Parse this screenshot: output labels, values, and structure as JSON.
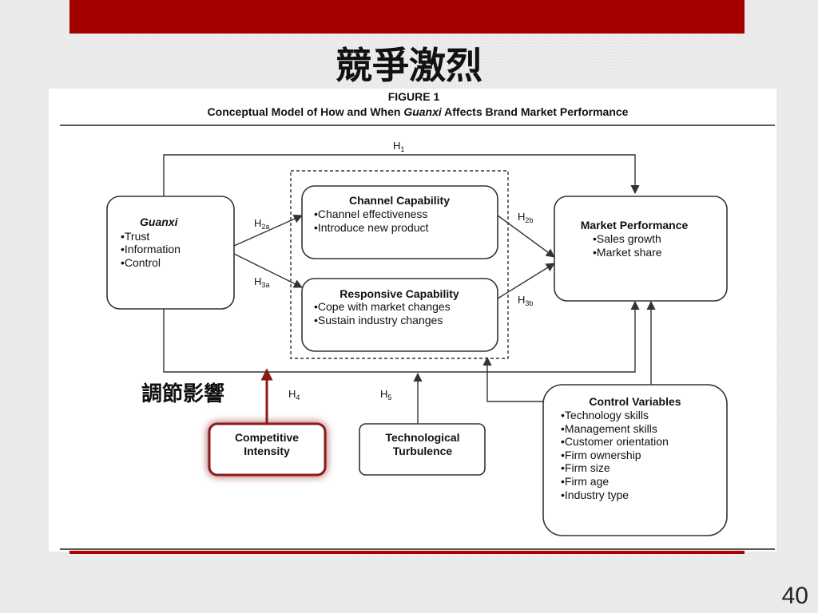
{
  "slide": {
    "title": "競爭激烈",
    "annotation": "調節影響",
    "page_number": "40"
  },
  "figure": {
    "label": "FIGURE 1",
    "caption_pre": "Conceptual Model of How and When ",
    "caption_italic": "Guanxi",
    "caption_post": " Affects Brand Market Performance"
  },
  "nodes": {
    "guanxi": {
      "title": "Guanxi",
      "items": [
        "•Trust",
        "•Information",
        "•Control"
      ]
    },
    "channel": {
      "title": "Channel Capability",
      "items": [
        "•Channel effectiveness",
        "•Introduce new product"
      ]
    },
    "responsive": {
      "title": "Responsive Capability",
      "items": [
        "•Cope with market changes",
        "•Sustain industry changes"
      ]
    },
    "market": {
      "title": "Market Performance",
      "items": [
        "•Sales growth",
        "•Market share"
      ]
    },
    "competitive": {
      "line1": "Competitive",
      "line2": "Intensity"
    },
    "turbulence": {
      "line1": "Technological",
      "line2": "Turbulence"
    },
    "control": {
      "title": "Control Variables",
      "items": [
        "•Technology skills",
        "•Management skills",
        "•Customer orientation",
        "•Firm ownership",
        "•Firm size",
        "•Firm age",
        "•Industry type"
      ]
    }
  },
  "hypotheses": {
    "h1": {
      "main": "H",
      "sub": "1"
    },
    "h2a": {
      "main": "H",
      "sub": "2a"
    },
    "h3a": {
      "main": "H",
      "sub": "3a"
    },
    "h2b": {
      "main": "H",
      "sub": "2b"
    },
    "h3b": {
      "main": "H",
      "sub": "3b"
    },
    "h4": {
      "main": "H",
      "sub": "4"
    },
    "h5": {
      "main": "H",
      "sub": "5"
    }
  },
  "colors": {
    "accent": "#a50000",
    "highlight": "#8b1a1a"
  }
}
